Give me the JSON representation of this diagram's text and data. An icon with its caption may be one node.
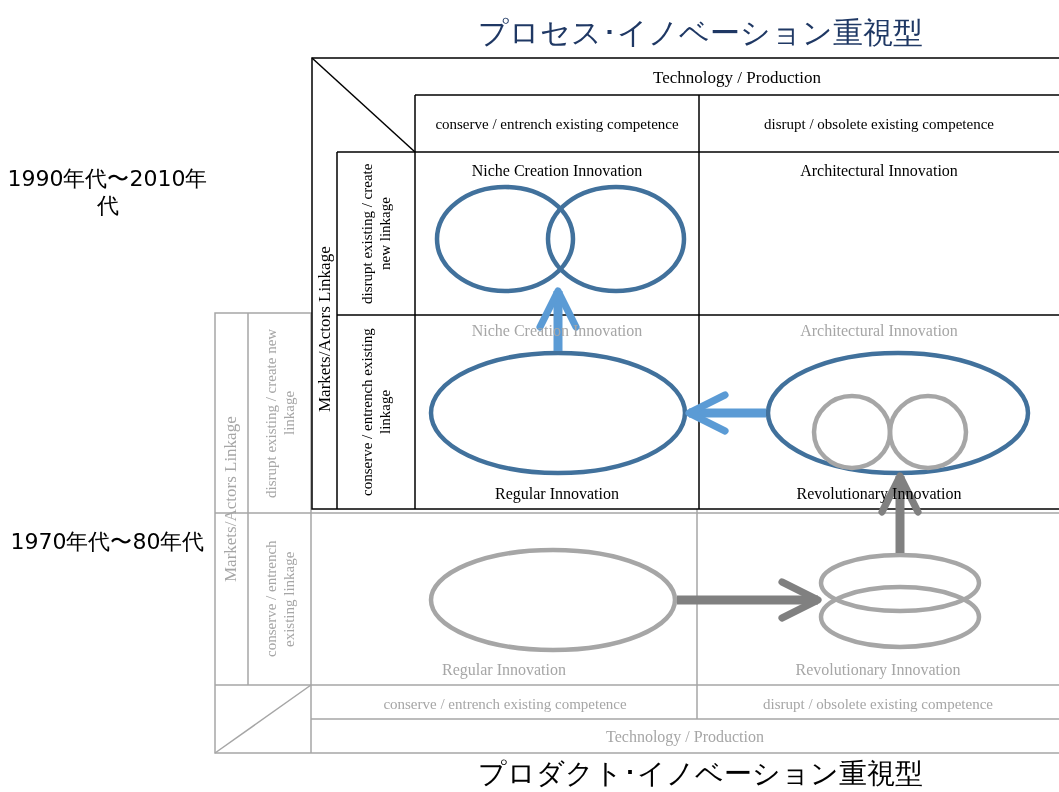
{
  "diagram": {
    "nodes": [
      {
        "text": [],
        "shape": "circle"
      },
      {
        "text": [],
        "shape": "circle"
      },
      {
        "text": [],
        "shape": "circle"
      },
      {
        "text": [],
        "shape": "circle"
      },
      {
        "text": [],
        "shape": "circle",
        "in": 3
      },
      {
        "text": [],
        "shape": "circle",
        "in": 3
      },
      {
        "text": [],
        "shape": "circle"
      },
      {
        "text": [],
        "shape": "circle"
      },
      {
        "text": [],
        "shape": "circle"
      }
    ],
    "edges": [
      {
        "from": 0,
        "to": 1,
        "arrow": "to",
        "color": "#808080"
      },
      {
        "from": 0,
        "to": 2,
        "arrow": "to",
        "color": "#808080"
      },
      {
        "from": 1,
        "to": 3,
        "arrow": "to",
        "color": "#808080"
      },
      {
        "from": 3,
        "to": 6,
        "arrow": "to",
        "color": "#5b9bd5"
      },
      {
        "from": 6,
        "to": 7,
        "arrow": "to",
        "color": "#5b9bd5"
      },
      {
        "from": 6,
        "to": 8,
        "arrow": "to",
        "color": "#5b9bd5"
      }
    ],
    "labels": [
      "プロセス･イノベーション重視型",
      "Technology / Production",
      "conserve / entrench existing competence",
      "disrupt / obsolete existing competence",
      "1990年代〜2010年代",
      "Markets/Actors Linkage",
      "disrupt existing / create new linkage",
      "Niche Creation Innovation",
      "Architectural Innovation",
      "Niche Creation Innovation",
      "Architectural Innovation",
      "Markets/Actors Linkage",
      "disrupt existing / create new linkage",
      "conserve / entrench existing linkage",
      "Regular Innovation",
      "Revolutionary Innovation",
      "1970年代〜80年代",
      "conserve / entrench existing linkage",
      "Regular Innovation",
      "Revolutionary Innovation",
      "conserve / entrench existing competence",
      "disrupt / obsolete existing competence",
      "Technology / Production",
      "プロダクト･イノベーション重視型"
    ]
  }
}
